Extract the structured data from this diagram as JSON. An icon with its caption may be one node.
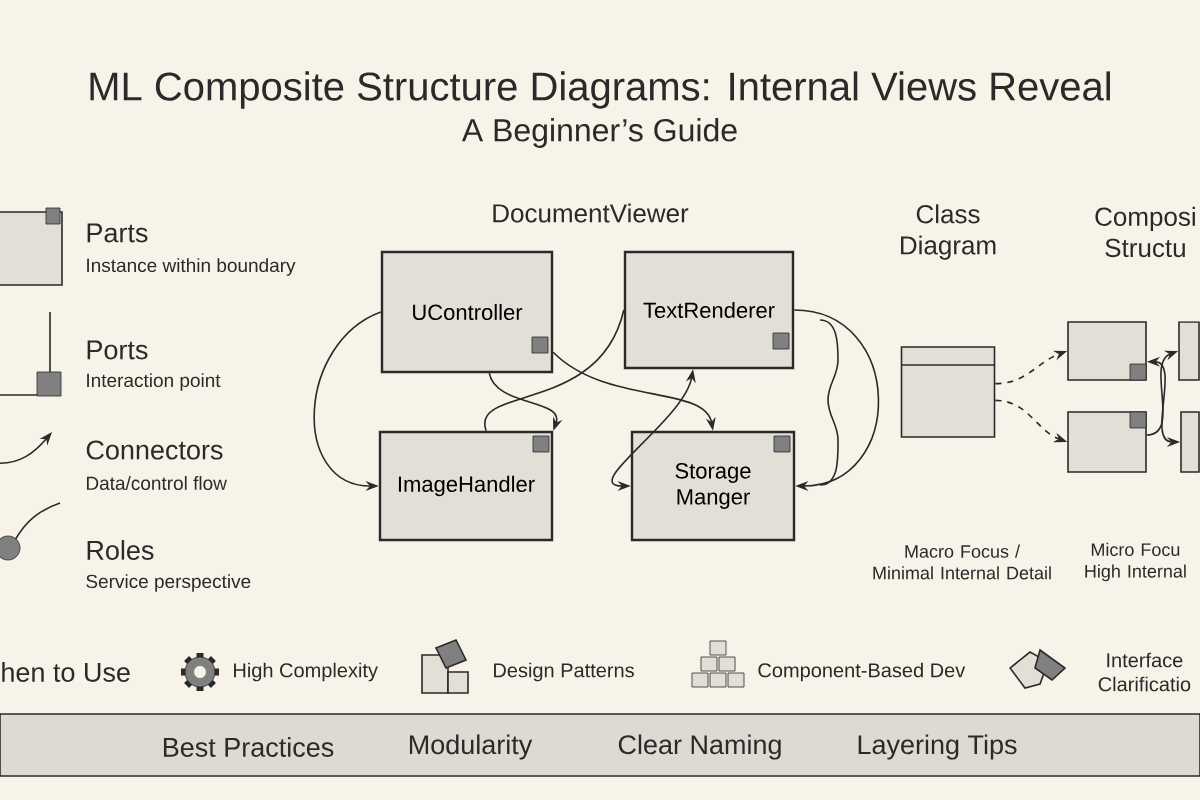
{
  "diagram": {
    "title": "ML Composite Structure Diagrams: Internal Views Reveal",
    "nodes": [
      {
        "text": [
          "UController"
        ]
      },
      {
        "text": [
          "TextRenderer"
        ]
      },
      {
        "text": [
          "ImageHandler"
        ]
      },
      {
        "text": [
          "Storage Manger"
        ]
      },
      {
        "text": [],
        "shape": "box"
      },
      {
        "text": [],
        "shape": "box"
      },
      {
        "text": [],
        "shape": "box"
      },
      {
        "text": [],
        "shape": "box"
      },
      {
        "text": [],
        "shape": "box"
      },
      {
        "text": [
          "Best Practices",
          "Modularity",
          "Clear Naming",
          "Layering Tips"
        ]
      }
    ],
    "edges": [
      {
        "from": 0,
        "to": 2,
        "arrow": "to"
      },
      {
        "from": 0,
        "to": 2,
        "arrow": "to"
      },
      {
        "from": 0,
        "to": 3,
        "arrow": "to"
      },
      {
        "from": 2,
        "to": 1,
        "arrow": "none"
      },
      {
        "from": 1,
        "to": 3,
        "arrow": "both"
      },
      {
        "from": 1,
        "to": 3,
        "arrow": "to"
      },
      {
        "from": 4,
        "to": 5,
        "arrow": "to",
        "style": "dashed"
      },
      {
        "from": 4,
        "to": 6,
        "arrow": "to",
        "style": "dashed"
      },
      {
        "from": 5,
        "to": 8,
        "arrow": "both"
      },
      {
        "from": 6,
        "to": 7,
        "arrow": "to"
      }
    ],
    "labels": [
      "A Beginner’s Guide",
      "Parts",
      "Instance within boundary",
      "Ports",
      "Interaction point",
      "Connectors",
      "Data/control flow",
      "Roles",
      "Service perspective",
      "DocumentViewer",
      "Class Diagram",
      "Composi Structu",
      "Macro Focus / Minimal Internal Detail",
      "Micro Focu High Internal",
      "hen to Use",
      "High Complexity",
      "Design Patterns",
      "Component-Based Dev",
      "Interface Clarificatio"
    ]
  }
}
